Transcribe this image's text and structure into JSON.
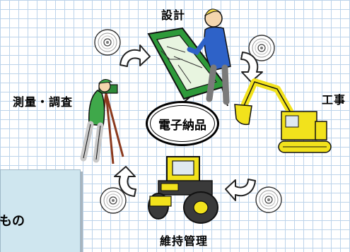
{
  "labels": {
    "design": "設計",
    "construction": "工事",
    "survey": "測量・調査",
    "maintenance": "維持管理"
  },
  "center": {
    "text": "電子納品"
  },
  "callout": {
    "text": "たもの"
  },
  "icons": [
    "cd-disc-icon",
    "curved-arrow-icon",
    "designer-person-icon",
    "excavator-icon",
    "road-roller-icon",
    "surveyor-icon"
  ],
  "colors": {
    "grid": "#bcd3ea",
    "callout": "#cfe6ef",
    "board_green": "#2e9a3a",
    "machine_yellow": "#f2e21c",
    "shirt_blue": "#2e62c8"
  }
}
